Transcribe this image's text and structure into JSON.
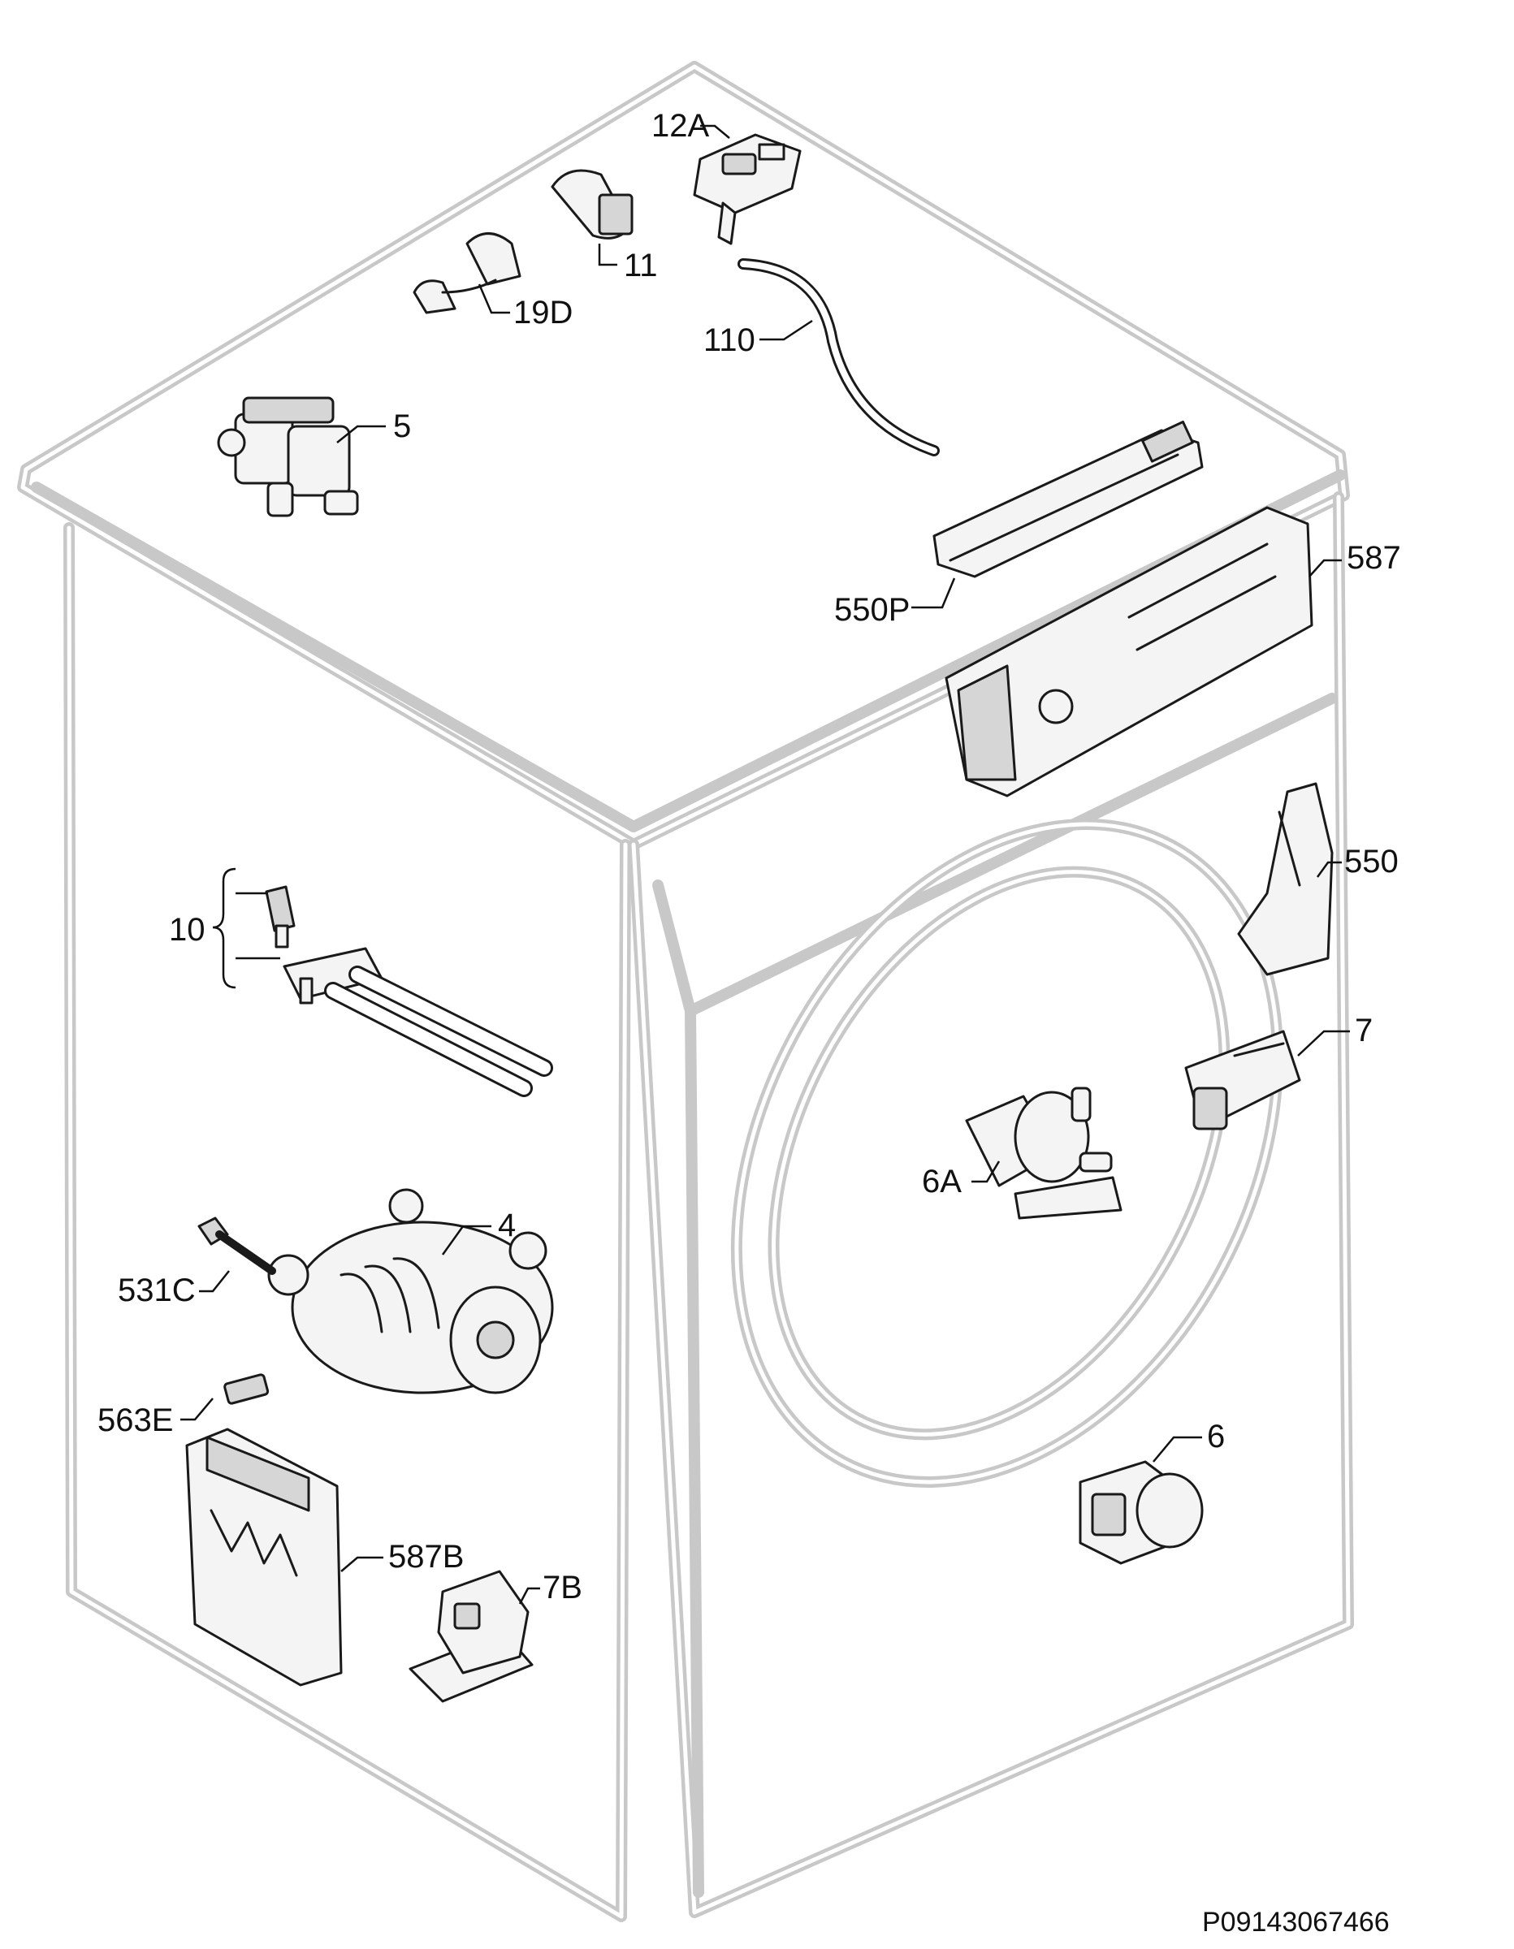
{
  "document_id": "P09143067466",
  "parts": [
    {
      "id": "12A",
      "name": "pressure-switch",
      "label": "12A"
    },
    {
      "id": "11",
      "name": "capacitor-filter",
      "label": "11"
    },
    {
      "id": "19D",
      "name": "clip",
      "label": "19D"
    },
    {
      "id": "110",
      "name": "pressure-hose",
      "label": "110"
    },
    {
      "id": "5",
      "name": "inlet-valve",
      "label": "5"
    },
    {
      "id": "550P",
      "name": "control-panel-cover",
      "label": "550P"
    },
    {
      "id": "587",
      "name": "electronic-module",
      "label": "587"
    },
    {
      "id": "550",
      "name": "door-handle",
      "label": "550"
    },
    {
      "id": "10",
      "name": "heating-element",
      "label": "10"
    },
    {
      "id": "7",
      "name": "door-lock",
      "label": "7"
    },
    {
      "id": "6A",
      "name": "drain-pump-a",
      "label": "6A"
    },
    {
      "id": "4",
      "name": "motor",
      "label": "4"
    },
    {
      "id": "531C",
      "name": "motor-bolt",
      "label": "531C"
    },
    {
      "id": "563E",
      "name": "connector",
      "label": "563E"
    },
    {
      "id": "587B",
      "name": "motor-module",
      "label": "587B"
    },
    {
      "id": "7B",
      "name": "door-lock-b",
      "label": "7B"
    },
    {
      "id": "6",
      "name": "drain-pump",
      "label": "6"
    }
  ]
}
